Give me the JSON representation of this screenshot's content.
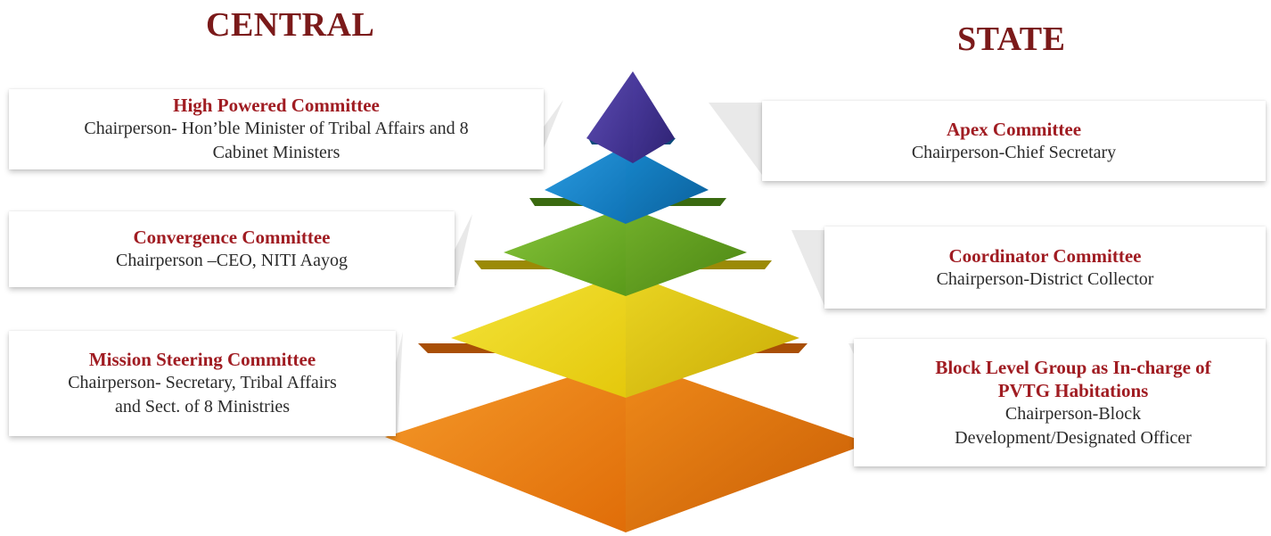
{
  "headings": {
    "central": "CENTRAL",
    "state": "STATE"
  },
  "central": [
    {
      "title": "High Powered Committee",
      "lines": [
        "Chairperson- Hon’ble Minister of Tribal Affairs and 8",
        "Cabinet Ministers"
      ]
    },
    {
      "title": "Convergence Committee",
      "lines": [
        "Chairperson –CEO, NITI Aayog"
      ]
    },
    {
      "title": "Mission Steering Committee",
      "lines": [
        "Chairperson- Secretary, Tribal Affairs",
        "and Sect. of 8 Ministries"
      ]
    }
  ],
  "state": [
    {
      "title_lines": [
        "Apex Committee"
      ],
      "lines": [
        "Chairperson-Chief Secretary"
      ]
    },
    {
      "title_lines": [
        "Coordinator Committee"
      ],
      "lines": [
        "Chairperson-District Collector"
      ]
    },
    {
      "title_lines": [
        "Block Level Group as In-charge of",
        "PVTG Habitations"
      ],
      "lines": [
        "Chairperson-Block",
        "Development/Designated Officer"
      ]
    }
  ],
  "pyramid_colors": {
    "tier1": "#4a3a9c",
    "tier2": "#1683c9",
    "tier3": "#6aa823",
    "tier4": "#e8d314",
    "tier5": "#ec7c0e"
  }
}
